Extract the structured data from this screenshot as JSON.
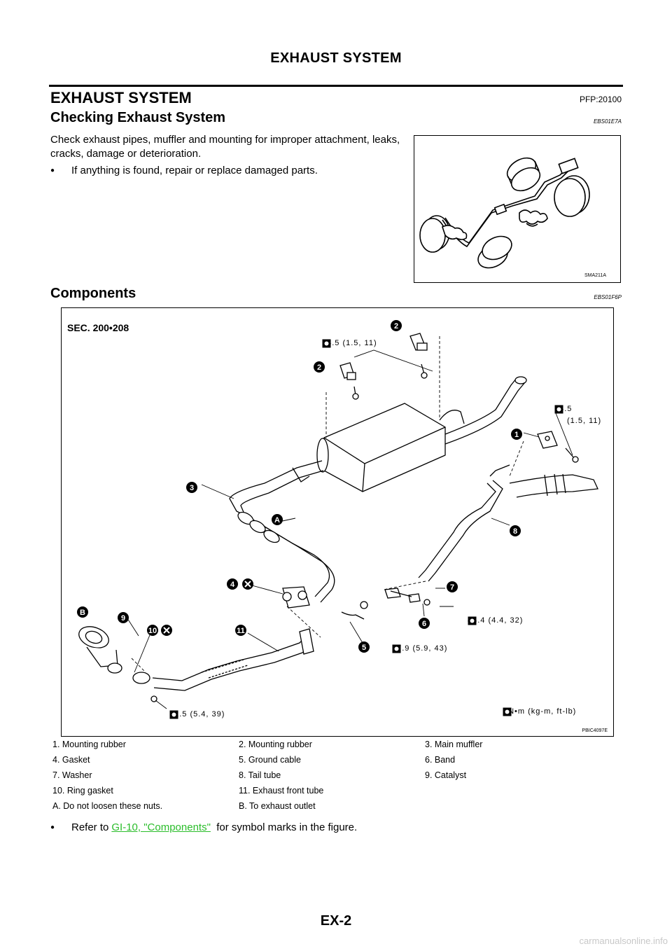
{
  "header": {
    "title": "EXHAUST SYSTEM"
  },
  "section": {
    "title": "EXHAUST SYSTEM",
    "code": "PFP:20100"
  },
  "checking": {
    "title": "Checking Exhaust System",
    "code": "EBS01E7A",
    "text": "Check exhaust pipes, muffler and mounting for improper attachment, leaks, cracks, damage or deterioration.",
    "bullet": "If anything is found, repair or replace damaged parts.",
    "figure_id": "SMA211A"
  },
  "components": {
    "title": "Components",
    "code": "EBS01F6P",
    "figure": {
      "sec": "SEC. 200•208",
      "figure_id": "PBIC4097E",
      "torques": {
        "t1": "14.5 (1.5, 11)",
        "t2a": "14.5",
        "t2b": "(1.5, 11)",
        "t3": "43.4 (4.4, 32)",
        "t4": "57.9 (5.9, 43)",
        "t5": "52.5 (5.4, 39)",
        "unit": ": N•m (kg-m, ft-lb)"
      },
      "callouts": {
        "c1": "1",
        "c2a": "2",
        "c2b": "2",
        "c3": "3",
        "c4": "4",
        "c5": "5",
        "c6": "6",
        "c7": "7",
        "c8": "8",
        "c9": "9",
        "c10": "10",
        "c11": "11",
        "cA": "A",
        "cB": "B"
      }
    },
    "legend": [
      [
        "1.  Mounting rubber",
        "2.  Mounting rubber",
        "3.  Main muffler"
      ],
      [
        "4.  Gasket",
        "5.  Ground cable",
        "6.  Band"
      ],
      [
        "7.  Washer",
        "8.  Tail tube",
        "9.  Catalyst"
      ],
      [
        "10.  Ring gasket",
        "11.  Exhaust front tube",
        ""
      ],
      [
        "A.  Do not loosen these nuts.",
        "B.  To exhaust outlet",
        ""
      ]
    ],
    "note_prefix": "Refer to ",
    "note_link": "GI-10, \"Components\"",
    "note_suffix": "  for symbol marks in the figure."
  },
  "footer": {
    "page": "EX-2"
  },
  "watermark": "carmanualsonline.info"
}
